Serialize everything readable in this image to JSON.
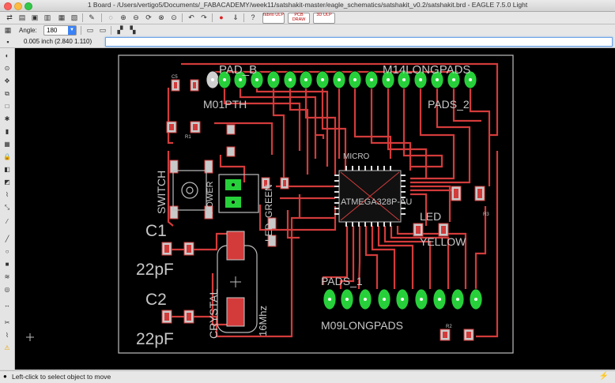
{
  "window": {
    "title": "1 Board - /Users/vertigo5/Documents/_FABACADEMY/week11/satshakit-master/eagle_schematics/satshakit_v0.2/satshakit.brd - EAGLE 7.5.0 Light"
  },
  "toolbar": {
    "angle_label": "Angle:",
    "angle_value": "180",
    "ulp_buttons": [
      {
        "label": "fabrio ULP"
      },
      {
        "label": "PCB DRAW"
      },
      {
        "label": "3D ULP"
      }
    ]
  },
  "command": {
    "coordinate": "0.005 inch (2.840 1.110)",
    "input_value": ""
  },
  "status": {
    "text": "Left-click to select object to move"
  },
  "board": {
    "labels": {
      "pad_b": "PAD_B",
      "m14": "M14LONGPADS",
      "m01": "M01PTH",
      "pads2": "PADS_2",
      "micro": "MICRO",
      "atmega": "ATMEGA328P-AU",
      "switch": "SWITCH",
      "power": "POWER",
      "led": "LED",
      "led_green": "LED_GREEN",
      "led_yellow_name": "LED",
      "yellow": "YELLOW",
      "c1": "C1",
      "pf1": "22pF",
      "c2": "C2",
      "pf2": "22pF",
      "crystal": "CRYSTAL",
      "mhz": "16Mhz",
      "pads1": "PADS_1",
      "m09": "M09LONGPADS",
      "r2": "R2",
      "c5": "C5",
      "r1": "R1",
      "r3": "R3"
    },
    "colors": {
      "pad_green": "#27d03a",
      "trace_red": "#d33b3b",
      "silk_gray": "#bdbdbd",
      "outline": "#bfbfbf"
    }
  }
}
